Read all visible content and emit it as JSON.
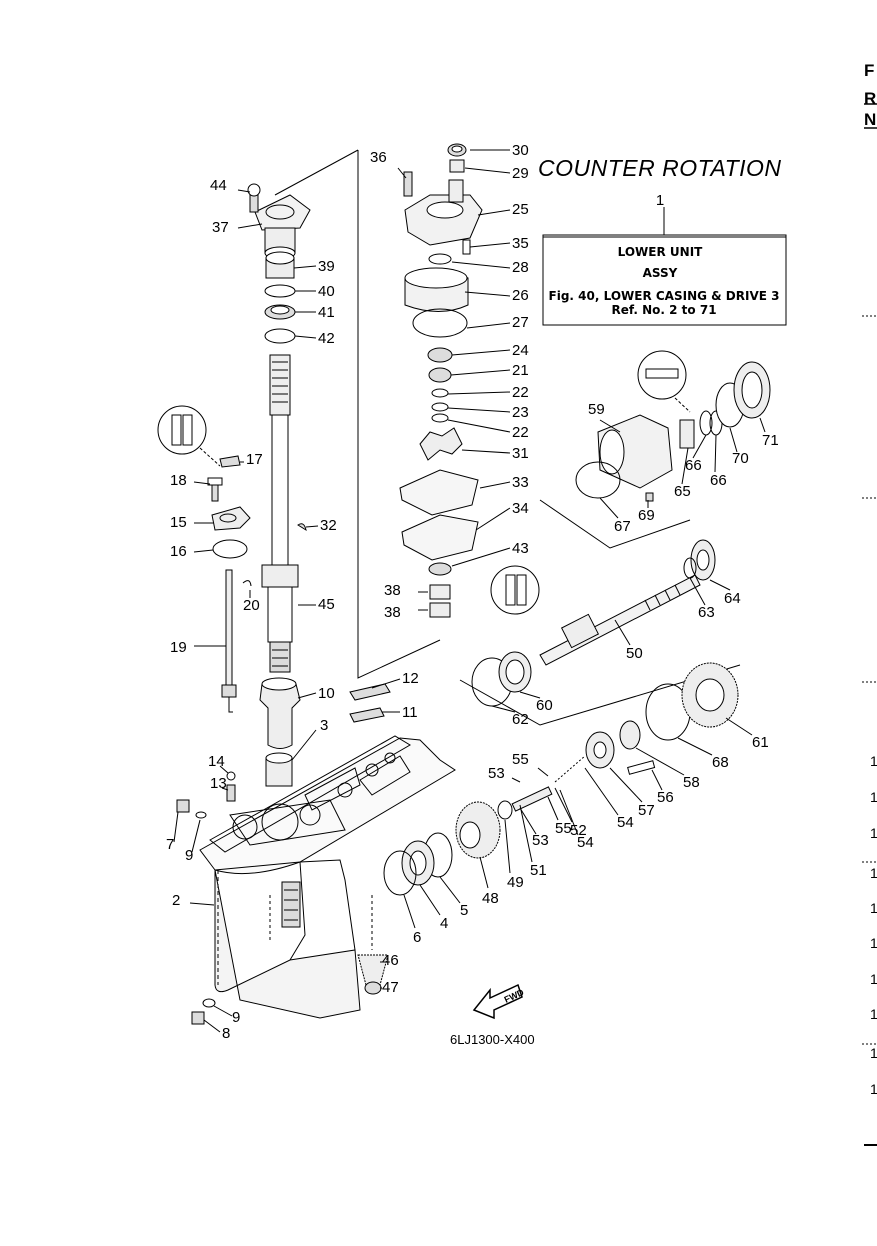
{
  "title": "COUNTER ROTATION",
  "assy_box": {
    "ref_number": "1",
    "line1": "LOWER UNIT",
    "line2": "ASSY",
    "line3": "Fig. 40, LOWER CASING & DRIVE 3",
    "line4": "Ref. No. 2 to 71"
  },
  "drawing_code": "6LJ1300-X400",
  "fwd_label": "FWD",
  "right_edge_letters": [
    "F",
    "R",
    "N"
  ],
  "right_edge_numbers": [
    "1",
    "1",
    "1",
    "1",
    "1",
    "1",
    "1",
    "1",
    "1",
    "1"
  ],
  "callouts": [
    {
      "id": "c30",
      "label": "30"
    },
    {
      "id": "c29",
      "label": "29"
    },
    {
      "id": "c36",
      "label": "36"
    },
    {
      "id": "c25",
      "label": "25"
    },
    {
      "id": "c35",
      "label": "35"
    },
    {
      "id": "c28",
      "label": "28"
    },
    {
      "id": "c26",
      "label": "26"
    },
    {
      "id": "c27",
      "label": "27"
    },
    {
      "id": "c24",
      "label": "24"
    },
    {
      "id": "c21",
      "label": "21"
    },
    {
      "id": "c22a",
      "label": "22"
    },
    {
      "id": "c23",
      "label": "23"
    },
    {
      "id": "c22b",
      "label": "22"
    },
    {
      "id": "c31",
      "label": "31"
    },
    {
      "id": "c33",
      "label": "33"
    },
    {
      "id": "c34",
      "label": "34"
    },
    {
      "id": "c43",
      "label": "43"
    },
    {
      "id": "c38a",
      "label": "38"
    },
    {
      "id": "c38b",
      "label": "38"
    },
    {
      "id": "c44",
      "label": "44"
    },
    {
      "id": "c37",
      "label": "37"
    },
    {
      "id": "c39",
      "label": "39"
    },
    {
      "id": "c40",
      "label": "40"
    },
    {
      "id": "c41",
      "label": "41"
    },
    {
      "id": "c42",
      "label": "42"
    },
    {
      "id": "c17",
      "label": "17"
    },
    {
      "id": "c18",
      "label": "18"
    },
    {
      "id": "c15",
      "label": "15"
    },
    {
      "id": "c32",
      "label": "32"
    },
    {
      "id": "c16",
      "label": "16"
    },
    {
      "id": "c20",
      "label": "20"
    },
    {
      "id": "c45",
      "label": "45"
    },
    {
      "id": "c19",
      "label": "19"
    },
    {
      "id": "c12",
      "label": "12"
    },
    {
      "id": "c10",
      "label": "10"
    },
    {
      "id": "c11",
      "label": "11"
    },
    {
      "id": "c3",
      "label": "3"
    },
    {
      "id": "c14",
      "label": "14"
    },
    {
      "id": "c13",
      "label": "13"
    },
    {
      "id": "c7",
      "label": "7"
    },
    {
      "id": "c9a",
      "label": "9"
    },
    {
      "id": "c2",
      "label": "2"
    },
    {
      "id": "c9b",
      "label": "9"
    },
    {
      "id": "c8",
      "label": "8"
    },
    {
      "id": "c6",
      "label": "6"
    },
    {
      "id": "c4",
      "label": "4"
    },
    {
      "id": "c5",
      "label": "5"
    },
    {
      "id": "c46",
      "label": "46"
    },
    {
      "id": "c47",
      "label": "47"
    },
    {
      "id": "c48",
      "label": "48"
    },
    {
      "id": "c49",
      "label": "49"
    },
    {
      "id": "c51",
      "label": "51"
    },
    {
      "id": "c53a",
      "label": "53"
    },
    {
      "id": "c55a",
      "label": "55"
    },
    {
      "id": "c53b",
      "label": "53"
    },
    {
      "id": "c55b",
      "label": "55"
    },
    {
      "id": "c52",
      "label": "52"
    },
    {
      "id": "c54a",
      "label": "54"
    },
    {
      "id": "c54b",
      "label": "54"
    },
    {
      "id": "c57",
      "label": "57"
    },
    {
      "id": "c56",
      "label": "56"
    },
    {
      "id": "c58",
      "label": "58"
    },
    {
      "id": "c68",
      "label": "68"
    },
    {
      "id": "c61",
      "label": "61"
    },
    {
      "id": "c62",
      "label": "62"
    },
    {
      "id": "c60",
      "label": "60"
    },
    {
      "id": "c50",
      "label": "50"
    },
    {
      "id": "c63",
      "label": "63"
    },
    {
      "id": "c64",
      "label": "64"
    },
    {
      "id": "c59",
      "label": "59"
    },
    {
      "id": "c71",
      "label": "71"
    },
    {
      "id": "c70",
      "label": "70"
    },
    {
      "id": "c66a",
      "label": "66"
    },
    {
      "id": "c66b",
      "label": "66"
    },
    {
      "id": "c65",
      "label": "65"
    },
    {
      "id": "c69",
      "label": "69"
    },
    {
      "id": "c67",
      "label": "67"
    }
  ]
}
